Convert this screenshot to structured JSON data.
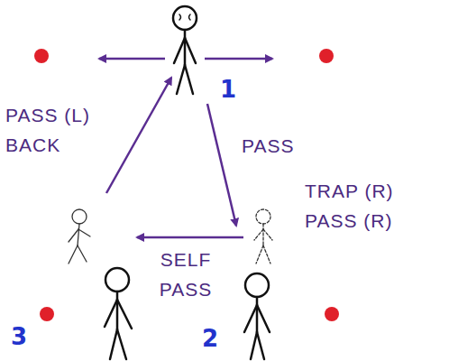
{
  "diagram": {
    "labels": [
      "1",
      "2",
      "3",
      "PASS (L) BACK",
      "PASS",
      "TRAP (R) PASS (R)",
      "SELF PASS"
    ]
  }
}
